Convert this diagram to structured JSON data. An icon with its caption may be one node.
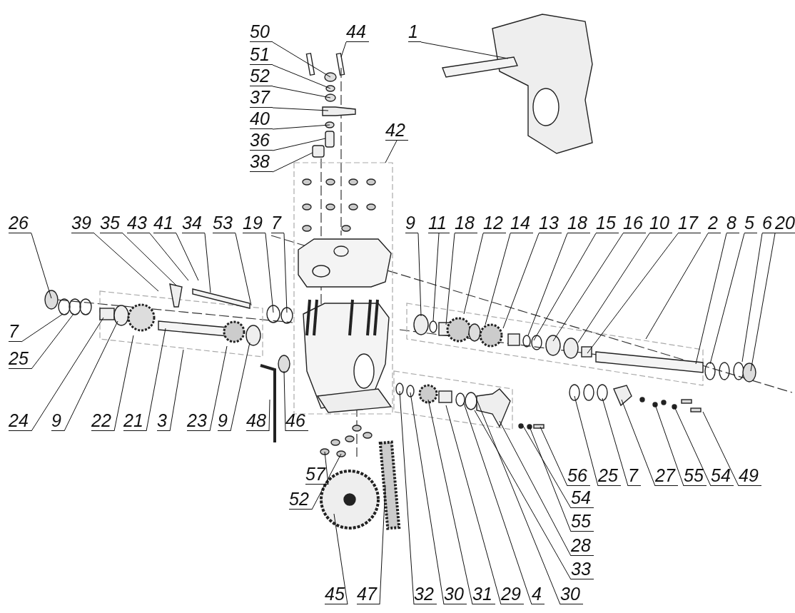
{
  "diagram": {
    "nodes": [
      {
        "text": [
          "50"
        ]
      },
      {
        "text": [
          "44"
        ]
      },
      {
        "text": [
          "1"
        ]
      },
      {
        "text": [
          "51"
        ]
      },
      {
        "text": [
          "52"
        ]
      },
      {
        "text": [
          "37"
        ]
      },
      {
        "text": [
          "40"
        ]
      },
      {
        "text": [
          "36"
        ]
      },
      {
        "text": [
          "38"
        ]
      },
      {
        "text": [
          "42"
        ]
      },
      {
        "text": [
          "26"
        ]
      },
      {
        "text": [
          "39"
        ]
      },
      {
        "text": [
          "35"
        ]
      },
      {
        "text": [
          "43"
        ]
      },
      {
        "text": [
          "41"
        ]
      },
      {
        "text": [
          "34"
        ]
      },
      {
        "text": [
          "53"
        ]
      },
      {
        "text": [
          "19"
        ]
      },
      {
        "text": [
          "7"
        ]
      },
      {
        "text": [
          "9"
        ]
      },
      {
        "text": [
          "11"
        ]
      },
      {
        "text": [
          "18"
        ]
      },
      {
        "text": [
          "12"
        ]
      },
      {
        "text": [
          "14"
        ]
      },
      {
        "text": [
          "13"
        ]
      },
      {
        "text": [
          "18"
        ]
      },
      {
        "text": [
          "15"
        ]
      },
      {
        "text": [
          "16"
        ]
      },
      {
        "text": [
          "10"
        ]
      },
      {
        "text": [
          "17"
        ]
      },
      {
        "text": [
          "2"
        ]
      },
      {
        "text": [
          "8"
        ]
      },
      {
        "text": [
          "5"
        ]
      },
      {
        "text": [
          "6"
        ]
      },
      {
        "text": [
          "20"
        ]
      },
      {
        "text": [
          "7"
        ]
      },
      {
        "text": [
          "25"
        ]
      },
      {
        "text": [
          "24"
        ]
      },
      {
        "text": [
          "9"
        ]
      },
      {
        "text": [
          "22"
        ]
      },
      {
        "text": [
          "21"
        ]
      },
      {
        "text": [
          "3"
        ]
      },
      {
        "text": [
          "23"
        ]
      },
      {
        "text": [
          "9"
        ]
      },
      {
        "text": [
          "48"
        ]
      },
      {
        "text": [
          "46"
        ]
      },
      {
        "text": [
          "57"
        ]
      },
      {
        "text": [
          "56"
        ]
      },
      {
        "text": [
          "25"
        ]
      },
      {
        "text": [
          "7"
        ]
      },
      {
        "text": [
          "27"
        ]
      },
      {
        "text": [
          "55"
        ]
      },
      {
        "text": [
          "54"
        ]
      },
      {
        "text": [
          "49"
        ]
      },
      {
        "text": [
          "52"
        ]
      },
      {
        "text": [
          "54"
        ]
      },
      {
        "text": [
          "55"
        ]
      },
      {
        "text": [
          "28"
        ]
      },
      {
        "text": [
          "33"
        ]
      },
      {
        "text": [
          "45"
        ]
      },
      {
        "text": [
          "47"
        ]
      },
      {
        "text": [
          "32"
        ]
      },
      {
        "text": [
          "30"
        ]
      },
      {
        "text": [
          "31"
        ]
      },
      {
        "text": [
          "29"
        ]
      },
      {
        "text": [
          "4"
        ]
      },
      {
        "text": [
          "30"
        ]
      }
    ],
    "edges": [
      {
        "from": 0,
        "to": null,
        "arrow": "none"
      },
      {
        "from": 1,
        "to": null,
        "arrow": "none"
      },
      {
        "from": 2,
        "to": null,
        "arrow": "none"
      },
      {
        "from": 3,
        "to": null,
        "arrow": "none"
      },
      {
        "from": 4,
        "to": null,
        "arrow": "none"
      },
      {
        "from": 5,
        "to": null,
        "arrow": "none"
      },
      {
        "from": 6,
        "to": null,
        "arrow": "none"
      },
      {
        "from": 7,
        "to": null,
        "arrow": "none"
      },
      {
        "from": 8,
        "to": null,
        "arrow": "none"
      },
      {
        "from": 9,
        "to": null,
        "arrow": "none"
      },
      {
        "from": 10,
        "to": null,
        "arrow": "none"
      },
      {
        "from": 11,
        "to": null,
        "arrow": "none"
      },
      {
        "from": 12,
        "to": null,
        "arrow": "none"
      },
      {
        "from": 13,
        "to": null,
        "arrow": "none"
      },
      {
        "from": 14,
        "to": null,
        "arrow": "none"
      },
      {
        "from": 15,
        "to": null,
        "arrow": "none"
      },
      {
        "from": 16,
        "to": null,
        "arrow": "none"
      },
      {
        "from": 17,
        "to": null,
        "arrow": "none"
      },
      {
        "from": 18,
        "to": null,
        "arrow": "none"
      },
      {
        "from": 19,
        "to": null,
        "arrow": "none"
      },
      {
        "from": 20,
        "to": null,
        "arrow": "none"
      },
      {
        "from": 21,
        "to": null,
        "arrow": "none"
      },
      {
        "from": 22,
        "to": null,
        "arrow": "none"
      },
      {
        "from": 23,
        "to": null,
        "arrow": "none"
      },
      {
        "from": 24,
        "to": null,
        "arrow": "none"
      },
      {
        "from": 25,
        "to": null,
        "arrow": "none"
      },
      {
        "from": 26,
        "to": null,
        "arrow": "none"
      },
      {
        "from": 27,
        "to": null,
        "arrow": "none"
      },
      {
        "from": 28,
        "to": null,
        "arrow": "none"
      },
      {
        "from": 29,
        "to": null,
        "arrow": "none"
      },
      {
        "from": 30,
        "to": null,
        "arrow": "none"
      },
      {
        "from": 31,
        "to": null,
        "arrow": "none"
      },
      {
        "from": 32,
        "to": null,
        "arrow": "none"
      },
      {
        "from": 33,
        "to": null,
        "arrow": "none"
      },
      {
        "from": 34,
        "to": null,
        "arrow": "none"
      },
      {
        "from": 35,
        "to": null,
        "arrow": "none"
      },
      {
        "from": 36,
        "to": null,
        "arrow": "none"
      },
      {
        "from": 37,
        "to": null,
        "arrow": "none"
      },
      {
        "from": 38,
        "to": null,
        "arrow": "none"
      },
      {
        "from": 39,
        "to": null,
        "arrow": "none"
      },
      {
        "from": 40,
        "to": null,
        "arrow": "none"
      },
      {
        "from": 41,
        "to": null,
        "arrow": "none"
      },
      {
        "from": 42,
        "to": null,
        "arrow": "none"
      },
      {
        "from": 43,
        "to": null,
        "arrow": "none"
      },
      {
        "from": 44,
        "to": null,
        "arrow": "none"
      },
      {
        "from": 45,
        "to": null,
        "arrow": "none"
      },
      {
        "from": 46,
        "to": null,
        "arrow": "none"
      },
      {
        "from": 47,
        "to": null,
        "arrow": "none"
      },
      {
        "from": 48,
        "to": null,
        "arrow": "none"
      },
      {
        "from": 49,
        "to": null,
        "arrow": "none"
      },
      {
        "from": 50,
        "to": null,
        "arrow": "none"
      },
      {
        "from": 51,
        "to": null,
        "arrow": "none"
      },
      {
        "from": 52,
        "to": null,
        "arrow": "none"
      },
      {
        "from": 53,
        "to": null,
        "arrow": "none"
      },
      {
        "from": 54,
        "to": null,
        "arrow": "none"
      },
      {
        "from": 55,
        "to": null,
        "arrow": "none"
      },
      {
        "from": 56,
        "to": null,
        "arrow": "none"
      },
      {
        "from": 57,
        "to": null,
        "arrow": "none"
      },
      {
        "from": 58,
        "to": null,
        "arrow": "none"
      },
      {
        "from": 59,
        "to": null,
        "arrow": "none"
      },
      {
        "from": 60,
        "to": null,
        "arrow": "none"
      },
      {
        "from": 61,
        "to": null,
        "arrow": "none"
      },
      {
        "from": 62,
        "to": null,
        "arrow": "none"
      },
      {
        "from": 63,
        "to": null,
        "arrow": "none"
      },
      {
        "from": 64,
        "to": null,
        "arrow": "none"
      },
      {
        "from": 65,
        "to": null,
        "arrow": "none"
      },
      {
        "from": 66,
        "to": null,
        "arrow": "none"
      }
    ]
  }
}
